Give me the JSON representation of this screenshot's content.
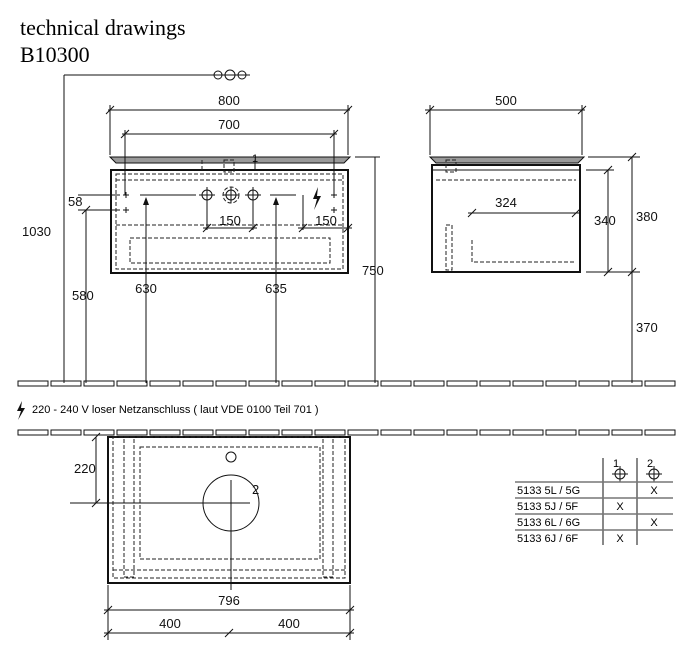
{
  "header": {
    "title": "technical drawings",
    "code": "B10300"
  },
  "front_view": {
    "dims": {
      "width_total": "800",
      "width_inner": "700",
      "height_total": "1030",
      "offset_58": "58",
      "height_580": "580",
      "height_630": "630",
      "height_635": "635",
      "spacing_150_left": "150",
      "spacing_150_right": "150",
      "height_750": "750",
      "marker_1": "1"
    }
  },
  "side_view": {
    "dims": {
      "depth": "500",
      "inner_depth": "324",
      "height_340": "340",
      "height_380": "380",
      "height_370": "370"
    }
  },
  "note": {
    "icon": "lightning-icon",
    "text": "220 - 240 V loser Netzanschluss ( laut VDE 0100 Teil 701 )"
  },
  "top_view": {
    "dims": {
      "offset_220": "220",
      "width_796": "796",
      "half_left": "400",
      "half_right": "400",
      "marker_2": "2"
    }
  },
  "table": {
    "headers": [
      "1",
      "2"
    ],
    "rows": [
      {
        "model": "5133 5L / 5G",
        "col1": "",
        "col2": "X"
      },
      {
        "model": "5133 5J / 5F",
        "col1": "X",
        "col2": ""
      },
      {
        "model": "5133 6L / 6G",
        "col1": "",
        "col2": "X"
      },
      {
        "model": "5133 6J / 6F",
        "col1": "X",
        "col2": ""
      }
    ]
  }
}
